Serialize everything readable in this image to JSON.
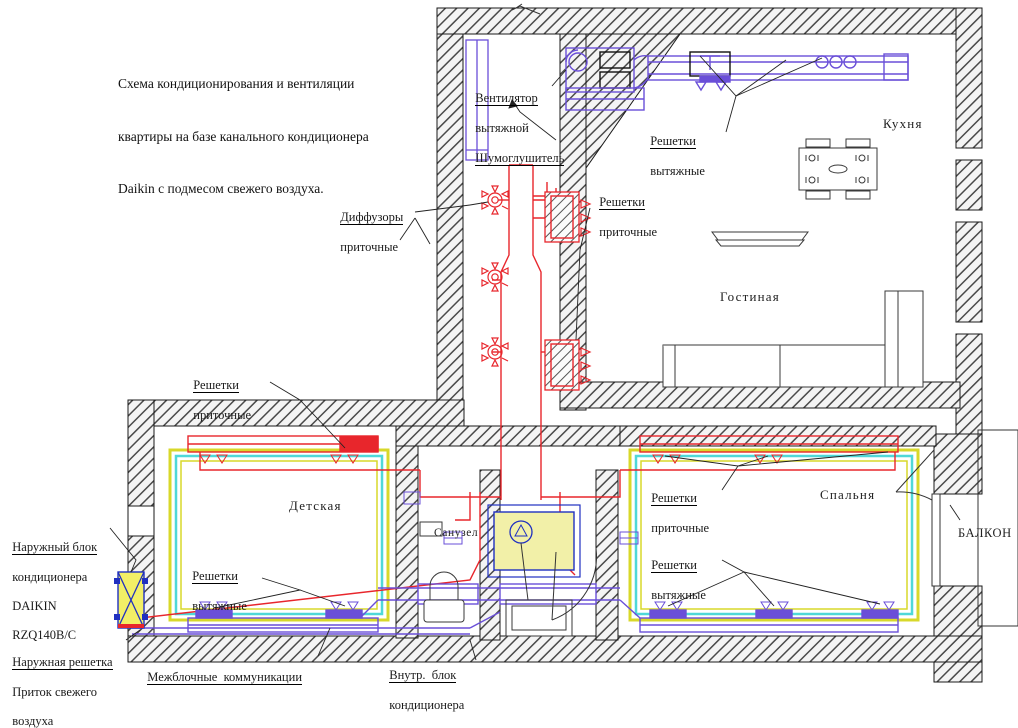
{
  "title": {
    "line1": "Схема кондиционирования и вентиляции",
    "line2": "квартиры на базе канального кондиционера",
    "line3": "Daikin с подмесом свежего воздуха."
  },
  "rooms": [
    {
      "name": "Кухня",
      "en": "kitchen"
    },
    {
      "name": "Гостиная",
      "en": "living-room"
    },
    {
      "name": "Детская",
      "en": "children-room"
    },
    {
      "name": "Спальня",
      "en": "bedroom"
    },
    {
      "name": "Санузел",
      "en": "bathroom"
    },
    {
      "name": "БАЛКОН",
      "en": "balcony"
    }
  ],
  "callouts": {
    "fan_exhaust": {
      "l1": "Вентилятор",
      "l2": "вытяжной"
    },
    "silencer": {
      "l1": "Шумоглушитель",
      "l2": ""
    },
    "diffusers_supply": {
      "l1": "Диффузоры",
      "l2": "приточные"
    },
    "grilles_supply_center": {
      "l1": "Решетки",
      "l2": "приточные"
    },
    "grilles_exhaust_kitchen": {
      "l1": "Решетки",
      "l2": "вытяжные"
    },
    "grilles_supply_children": {
      "l1": "Решетки",
      "l2": "приточные"
    },
    "grilles_exhaust_children": {
      "l1": "Решетки",
      "l2": "вытяжные"
    },
    "grilles_supply_bedroom": {
      "l1": "Решетки",
      "l2": "приточные"
    },
    "grilles_exhaust_bedroom": {
      "l1": "Решетки",
      "l2": "вытяжные"
    },
    "outdoor_unit": {
      "l1": "Наружный блок",
      "l2": "кондиционера",
      "l3": "DAIKIN",
      "l4": "RZQ140B/C"
    },
    "outdoor_grille": {
      "l1": "Наружная решетка",
      "l2": "Приток свежего",
      "l3": "воздуха"
    },
    "interblock": {
      "l1": "Межблочные  коммуникации",
      "l2": ""
    },
    "indoor_unit": {
      "l1": "Внутр.  блок",
      "l2": "кондиционера"
    }
  },
  "colors": {
    "supply_duct": "#e8262c",
    "exhaust_duct": "#6a4fd8",
    "wall_outline": "#2b2b2b",
    "unit_fill": "#f2f0a8",
    "unit_stroke": "#2030c0",
    "room_border_yellow": "#d8d82a",
    "room_border_cyan": "#4fd8d8",
    "leader_line": "#222222"
  }
}
